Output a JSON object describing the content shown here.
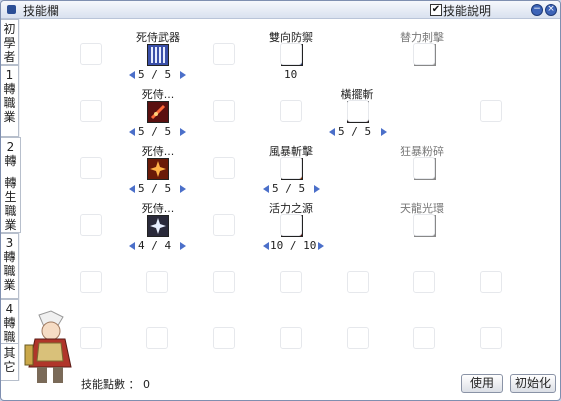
{
  "window": {
    "title": "技能欄",
    "show_desc_label": "技能說明",
    "show_desc_checked": "✔"
  },
  "tabs": [
    {
      "lines": [
        "初",
        "學",
        "者"
      ]
    },
    {
      "lines": [
        "1",
        "轉",
        "職",
        "業"
      ]
    },
    {
      "lines": [
        "2",
        "轉"
      ]
    },
    {
      "lines": [
        "轉",
        "生",
        "職",
        "業"
      ]
    },
    {
      "lines": [
        "3",
        "轉",
        "職",
        "業"
      ]
    },
    {
      "lines": [
        "4",
        "轉",
        "職",
        "業"
      ]
    },
    {
      "lines": [
        "其",
        "它"
      ]
    }
  ],
  "skills": {
    "s1": {
      "name": "死侍武器",
      "level": "5 / 5"
    },
    "s2": {
      "name": "雙向防禦",
      "level": "10"
    },
    "s3": {
      "name": "替力刺擊"
    },
    "s4": {
      "name": "死侍...",
      "level": "5 / 5"
    },
    "s5": {
      "name": "橫擺斬",
      "level": "5 / 5"
    },
    "s6": {
      "name": "死侍...",
      "level": "5 / 5"
    },
    "s7": {
      "name": "風暴斬擊",
      "level": "5 / 5"
    },
    "s8": {
      "name": "狂暴粉碎"
    },
    "s9": {
      "name": "死侍...",
      "level": "4 / 4"
    },
    "s10": {
      "name": "活力之源",
      "level": "10 / 10"
    },
    "s11": {
      "name": "天龍光環"
    }
  },
  "footer": {
    "points_label": "技能點數 ： 0",
    "use_button": "使用",
    "reset_button": "初始化"
  }
}
